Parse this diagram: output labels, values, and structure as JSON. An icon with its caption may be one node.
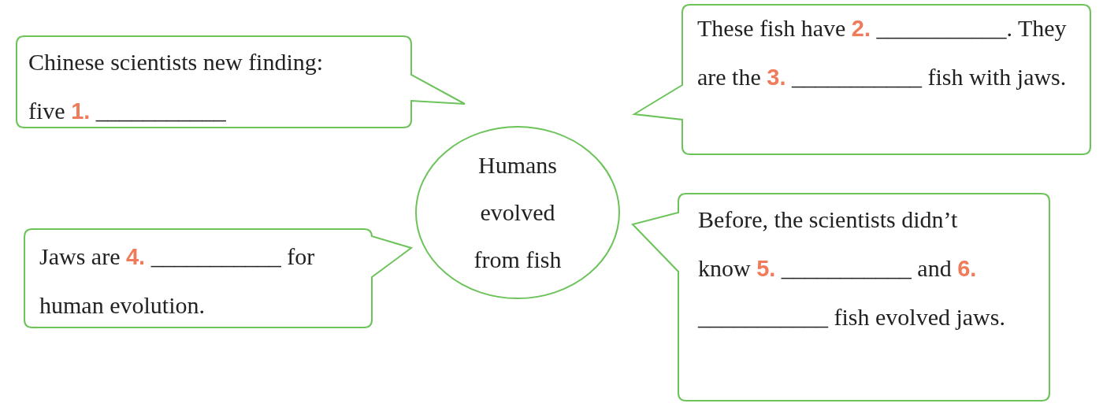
{
  "diagram": {
    "nodes": [
      {
        "text": [
          "Chinese scientists new finding: five **1.** ___________"
        ]
      },
      {
        "text": [
          "These fish have **2.** ___________. They are the **3.** ___________ fish with jaws."
        ]
      },
      {
        "text": [
          "Humans evolved from fish"
        ]
      },
      {
        "text": [
          "Jaws are **4.** ___________ for human evolution."
        ]
      },
      {
        "text": [
          "Before, the scientists didn’t know **5.** ___________ and **6.** ___________ fish evolved jaws."
        ]
      }
    ]
  }
}
